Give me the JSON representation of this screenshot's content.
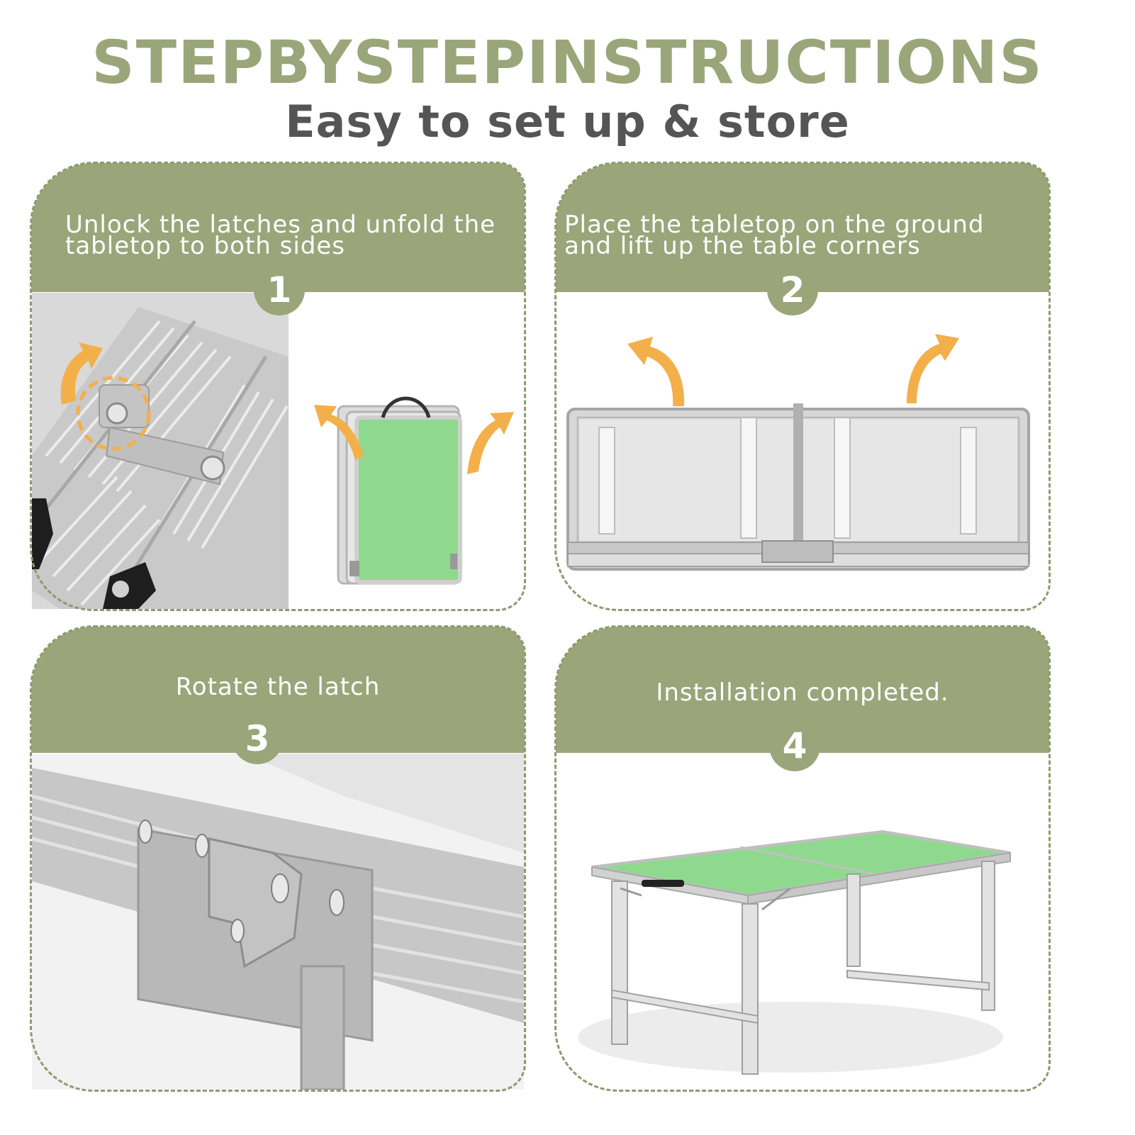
{
  "header": {
    "title": "STEPBYSTEPINSTRUCTIONS",
    "subtitle": "Easy to set up & store"
  },
  "steps": [
    {
      "number": "1",
      "text_line1": "Unlock the latches and unfold the",
      "text_line2": "tabletop to both sides"
    },
    {
      "number": "2",
      "text_line1": "Place the tabletop on the ground",
      "text_line2": "and lift up the table corners"
    },
    {
      "number": "3",
      "text_line1": "Rotate the latch",
      "text_line2": ""
    },
    {
      "number": "4",
      "text_line1": "Installation completed.",
      "text_line2": ""
    }
  ],
  "colors": {
    "accent": "#9aa57a",
    "heading_gray": "#555555",
    "arrow_orange": "#f3b04a",
    "tabletop_green": "#8fd98f"
  },
  "icons": [
    "curved-arrow-icon",
    "latch-highlight-circle"
  ]
}
